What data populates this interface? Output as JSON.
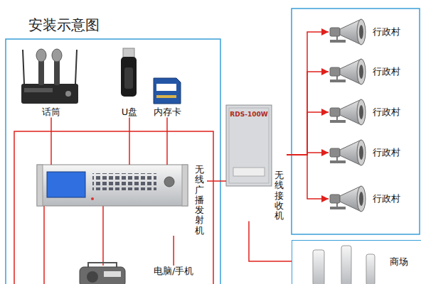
{
  "diagram": {
    "title": "安装示意图",
    "nodes": [
      {
        "text": [
          "话筒"
        ]
      },
      {
        "text": [
          "U盘"
        ]
      },
      {
        "text": [
          "内存卡"
        ]
      },
      {
        "text": [
          "无线广播发射机"
        ]
      },
      {
        "text": [
          "RDS-100W",
          "无线接收机"
        ]
      },
      {
        "text": [
          "行政村"
        ]
      },
      {
        "text": [
          "行政村"
        ]
      },
      {
        "text": [
          "行政村"
        ]
      },
      {
        "text": [
          "行政村"
        ]
      },
      {
        "text": [
          "行政村"
        ]
      },
      {
        "text": [
          "电脑/手机"
        ]
      },
      {
        "text": [
          "商场"
        ]
      }
    ],
    "edges": [
      {
        "from": 0,
        "to": 3,
        "arrow": "none"
      },
      {
        "from": 1,
        "to": 3,
        "arrow": "none"
      },
      {
        "from": 2,
        "to": 3,
        "arrow": "none"
      },
      {
        "from": 3,
        "to": 4,
        "arrow": "none"
      },
      {
        "from": 4,
        "to": 5,
        "arrow": "to"
      },
      {
        "from": 4,
        "to": 6,
        "arrow": "to"
      },
      {
        "from": 4,
        "to": 7,
        "arrow": "to"
      },
      {
        "from": 4,
        "to": 8,
        "arrow": "to"
      },
      {
        "from": 4,
        "to": 9,
        "arrow": "to"
      },
      {
        "from": 3,
        "to": 10,
        "arrow": "none"
      },
      {
        "from": 4,
        "to": 11,
        "arrow": "none"
      }
    ]
  }
}
